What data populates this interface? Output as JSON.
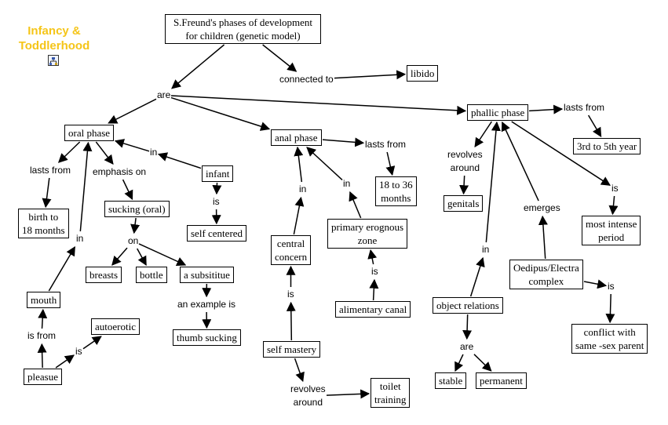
{
  "title": "Infancy & Toddlerhood",
  "title_color": "#f5c518",
  "icon": "concept-map-icon",
  "concepts": [
    {
      "id": "root",
      "text": "S.Freund's phases of development\nfor children (genetic model)"
    },
    {
      "id": "libido",
      "text": "libido"
    },
    {
      "id": "oral",
      "text": "oral phase"
    },
    {
      "id": "anal",
      "text": "anal phase"
    },
    {
      "id": "phallic",
      "text": "phallic phase"
    },
    {
      "id": "birth18",
      "text": "birth to\n18 months"
    },
    {
      "id": "sucking",
      "text": "sucking (oral)"
    },
    {
      "id": "infant",
      "text": "infant"
    },
    {
      "id": "selfcentered",
      "text": "self centered"
    },
    {
      "id": "breasts",
      "text": "breasts"
    },
    {
      "id": "bottle",
      "text": "bottle"
    },
    {
      "id": "substitute",
      "text": "a subsititue"
    },
    {
      "id": "thumb",
      "text": "thumb sucking"
    },
    {
      "id": "mouth",
      "text": "mouth"
    },
    {
      "id": "autoerotic",
      "text": "autoerotic"
    },
    {
      "id": "pleasue",
      "text": "pleasue"
    },
    {
      "id": "m1836",
      "text": "18 to 36\nmonths"
    },
    {
      "id": "central",
      "text": "central\nconcern"
    },
    {
      "id": "erog",
      "text": "primary erognous\nzone"
    },
    {
      "id": "alimentary",
      "text": "alimentary canal"
    },
    {
      "id": "selfmastery",
      "text": "self mastery"
    },
    {
      "id": "toilet",
      "text": "toilet\ntraining"
    },
    {
      "id": "y35",
      "text": "3rd to 5th year"
    },
    {
      "id": "genitals",
      "text": "genitals"
    },
    {
      "id": "intense",
      "text": "most intense\nperiod"
    },
    {
      "id": "oedipus",
      "text": "Oedipus/Electra\ncomplex"
    },
    {
      "id": "objrel",
      "text": "object relations"
    },
    {
      "id": "conflict",
      "text": "conflict with\nsame -sex parent"
    },
    {
      "id": "stable",
      "text": "stable"
    },
    {
      "id": "permanent",
      "text": "permanent"
    }
  ],
  "links": [
    {
      "id": "are1",
      "text": "are"
    },
    {
      "id": "connected",
      "text": "connected to"
    },
    {
      "id": "oral_lasts",
      "text": "lasts from"
    },
    {
      "id": "emphasis",
      "text": "emphasis on"
    },
    {
      "id": "infant_in",
      "text": "in"
    },
    {
      "id": "infant_is",
      "text": "is"
    },
    {
      "id": "on",
      "text": "on"
    },
    {
      "id": "example",
      "text": "an example is"
    },
    {
      "id": "mouth_in",
      "text": "in"
    },
    {
      "id": "isfrom",
      "text": "is from"
    },
    {
      "id": "pleasue_is",
      "text": "is"
    },
    {
      "id": "anal_lasts",
      "text": "lasts from"
    },
    {
      "id": "central_in",
      "text": "in"
    },
    {
      "id": "erog_in",
      "text": "in"
    },
    {
      "id": "alim_is",
      "text": "is"
    },
    {
      "id": "mastery_is",
      "text": "is"
    },
    {
      "id": "revolves1",
      "text": "revolves\naround"
    },
    {
      "id": "phallic_lasts",
      "text": "lasts from"
    },
    {
      "id": "revolves2",
      "text": "revolves\naround"
    },
    {
      "id": "phallic_is",
      "text": "is"
    },
    {
      "id": "emerges",
      "text": "emerges"
    },
    {
      "id": "objrel_in",
      "text": "in"
    },
    {
      "id": "oed_is",
      "text": "is"
    },
    {
      "id": "objrel_are",
      "text": "are"
    }
  ]
}
